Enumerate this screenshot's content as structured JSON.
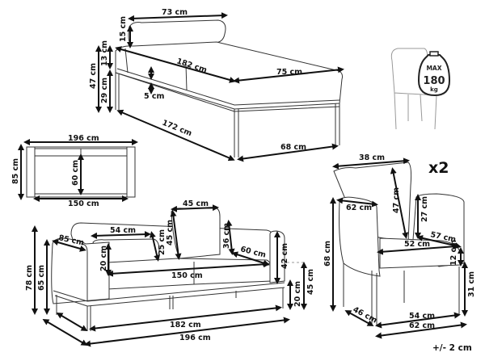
{
  "daybed": {
    "roll_length": "73 cm",
    "roll_height": "15 cm",
    "total_height": "47 cm",
    "mattress_height": "13 cm",
    "base_height": "29 cm",
    "length": "182 cm",
    "width": "75 cm",
    "gap": "5 cm",
    "base_length": "172 cm",
    "base_width": "68 cm"
  },
  "top_view": {
    "width": "196 cm",
    "depth": "85 cm",
    "seat_depth": "60 cm",
    "seat_width": "150 cm"
  },
  "sofa": {
    "height": "78 cm",
    "arm_height": "65 cm",
    "arm_depth": "85 cm",
    "cushion_width": "54 cm",
    "cushion_height": "20 cm",
    "cushion_depth": "25 cm",
    "pillow_height": "45 cm",
    "pillow_width": "45 cm",
    "back_height": "36 cm",
    "seat_depth": "60 cm",
    "armrest_height": "42 cm",
    "seat_width": "150 cm",
    "leg_height": "20 cm",
    "seat_height": "45 cm",
    "base_width": "182 cm",
    "total_width": "196 cm"
  },
  "chair": {
    "quantity": "x2",
    "pillow_width": "38 cm",
    "pillow_height": "47 cm",
    "arm_depth": "62 cm",
    "back_height": "27 cm",
    "height": "68 cm",
    "seat_depth": "57 cm",
    "seat_width": "52 cm",
    "seat_thickness": "12 cm",
    "seat_height": "31 cm",
    "depth": "46 cm",
    "inner_width": "54 cm",
    "width": "62 cm"
  },
  "max_load": {
    "label": "MAX",
    "value": "180",
    "unit": "kg"
  },
  "tolerance": "+/- 2 cm"
}
